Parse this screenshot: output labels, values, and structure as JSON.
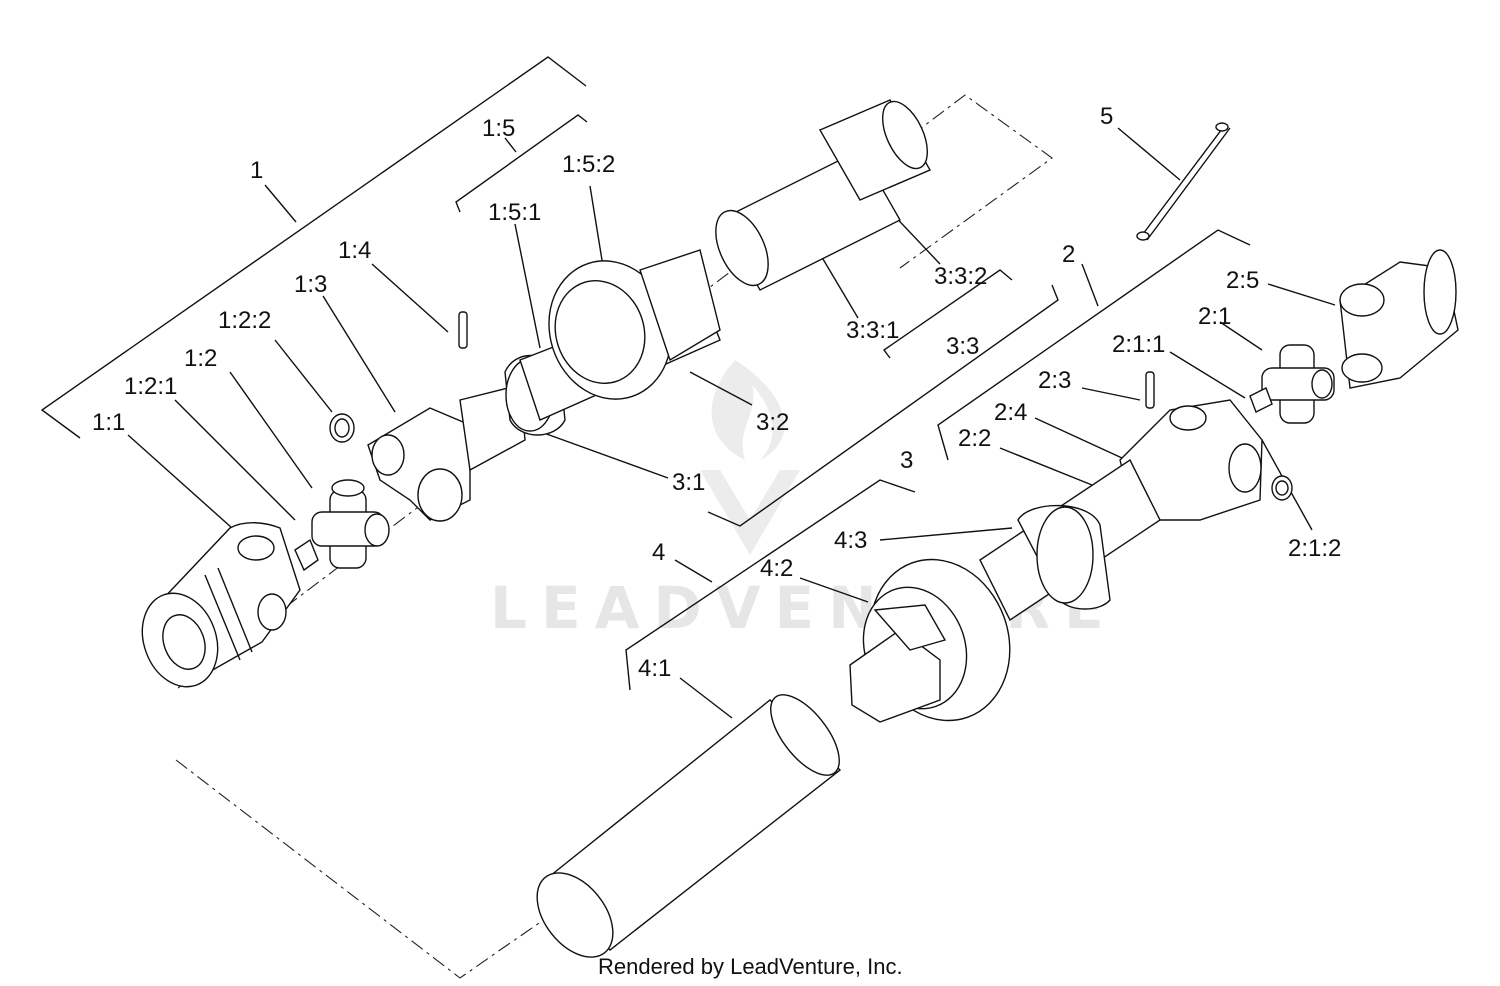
{
  "watermark": "LEADVENTURE",
  "credit": "Rendered by LeadVenture, Inc.",
  "callouts": [
    {
      "id": "1",
      "text": "1"
    },
    {
      "id": "1-5",
      "text": "1:5"
    },
    {
      "id": "1-5-2",
      "text": "1:5:2"
    },
    {
      "id": "1-5-1",
      "text": "1:5:1"
    },
    {
      "id": "1-4",
      "text": "1:4"
    },
    {
      "id": "1-3",
      "text": "1:3"
    },
    {
      "id": "1-2-2",
      "text": "1:2:2"
    },
    {
      "id": "1-2",
      "text": "1:2"
    },
    {
      "id": "1-2-1",
      "text": "1:2:1"
    },
    {
      "id": "1-1",
      "text": "1:1"
    },
    {
      "id": "3-3-2",
      "text": "3:3:2"
    },
    {
      "id": "3-3-1",
      "text": "3:3:1"
    },
    {
      "id": "3-3",
      "text": "3:3"
    },
    {
      "id": "3-2",
      "text": "3:2"
    },
    {
      "id": "3-1",
      "text": "3:1"
    },
    {
      "id": "3",
      "text": "3"
    },
    {
      "id": "5",
      "text": "5"
    },
    {
      "id": "2",
      "text": "2"
    },
    {
      "id": "2-5",
      "text": "2:5"
    },
    {
      "id": "2-1",
      "text": "2:1"
    },
    {
      "id": "2-1-1",
      "text": "2:1:1"
    },
    {
      "id": "2-3",
      "text": "2:3"
    },
    {
      "id": "2-4",
      "text": "2:4"
    },
    {
      "id": "2-2",
      "text": "2:2"
    },
    {
      "id": "2-1-2",
      "text": "2:1:2"
    },
    {
      "id": "4",
      "text": "4"
    },
    {
      "id": "4-3",
      "text": "4:3"
    },
    {
      "id": "4-2",
      "text": "4:2"
    },
    {
      "id": "4-1",
      "text": "4:1"
    }
  ]
}
